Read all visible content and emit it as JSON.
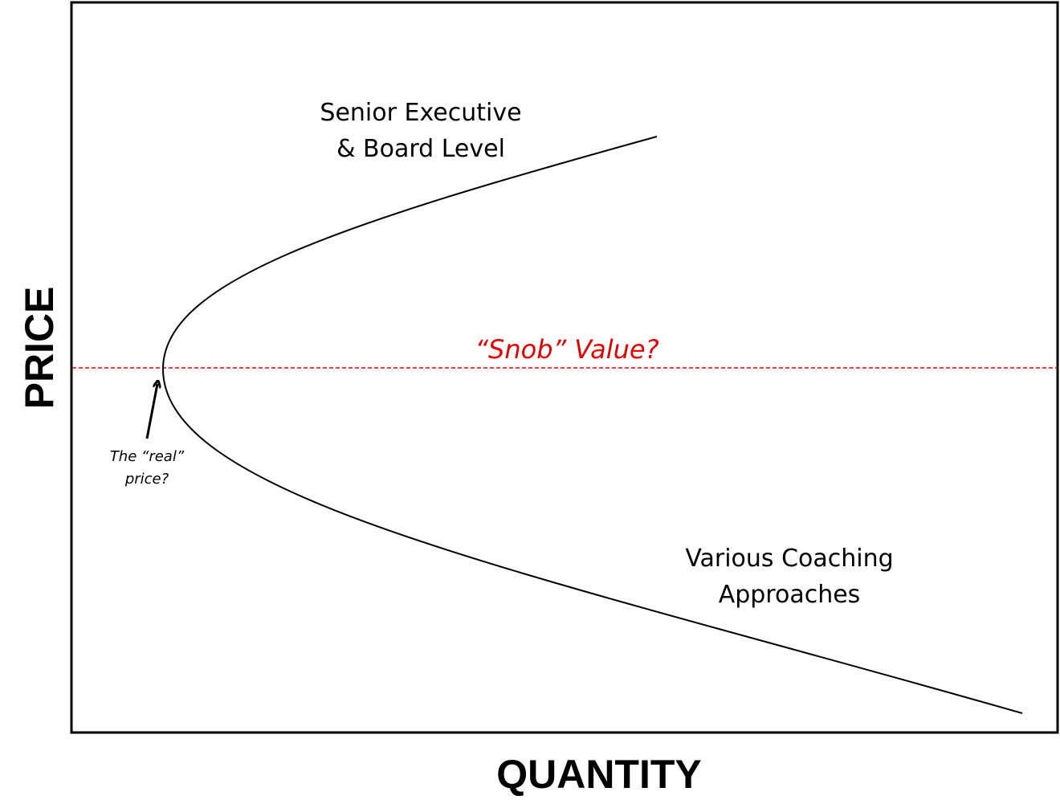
{
  "diagram": {
    "x_axis_title": "QUANTITY",
    "y_axis_title": "PRICE",
    "upper_label_line1": "Senior Executive",
    "upper_label_line2": "& Board Level",
    "lower_label_line1": "Various Coaching",
    "lower_label_line2": "Approaches",
    "reference_label": "“Snob” Value?",
    "annotation_line1": "The “real”",
    "annotation_line2": "price?"
  },
  "colors": {
    "frame": "#000000",
    "curve": "#000000",
    "reference_line": "#e00000",
    "reference_text": "#e00000"
  }
}
